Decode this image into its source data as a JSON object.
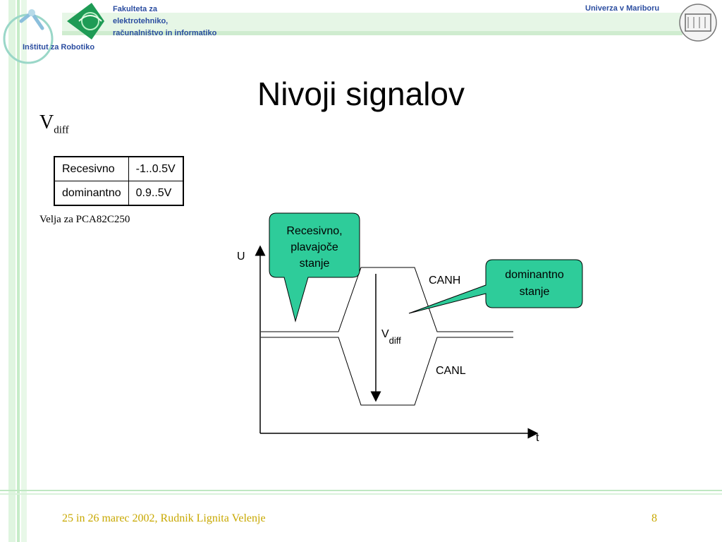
{
  "header": {
    "faculty_lines": "Fakulteta za\nelektrotehniko,\nračunalništvo in informatiko",
    "university": "Univerza v Mariboru",
    "institute": "Inštitut za Robotiko"
  },
  "slide": {
    "title": "Nivoji signalov",
    "vdiff_main": "V",
    "vdiff_sub": "diff",
    "table": [
      [
        "Recesivno",
        "-1..0.5V"
      ],
      [
        "dominantno",
        "0.9..5V"
      ]
    ],
    "note": "Velja za PCA82C250"
  },
  "diagram": {
    "axis_y": "U",
    "axis_x": "t",
    "canh": "CANH",
    "canl": "CANL",
    "vdiff_main": "V",
    "vdiff_sub": "diff",
    "callout_recessive": [
      "Recesivno,",
      "plavajoče",
      "stanje"
    ],
    "callout_dominant": [
      "dominantno",
      "stanje"
    ],
    "callout_color": "#2ecc9a"
  },
  "footer": {
    "event": "25 in 26 marec 2002, Rudnik Lignita Velenje",
    "page": "8"
  },
  "colors": {
    "brand_blue": "#2b4da0",
    "footer_gold": "#c8a800",
    "stripe_green": "#ccefcf"
  }
}
